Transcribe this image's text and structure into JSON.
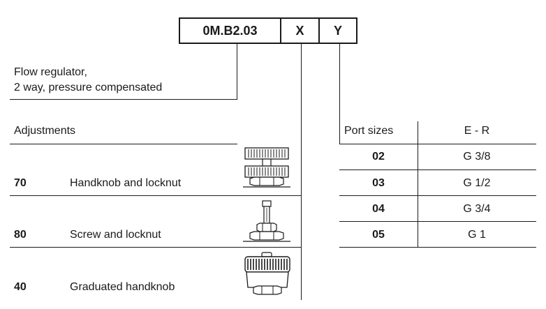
{
  "code": {
    "base": "0M.B2.03",
    "x": "X",
    "y": "Y"
  },
  "description": {
    "line1": "Flow regulator,",
    "line2": "2 way, pressure compensated"
  },
  "adjustments": {
    "header": "Adjustments",
    "rows": [
      {
        "code": "70",
        "label": "Handknob and locknut",
        "icon": "handknob-locknut-icon"
      },
      {
        "code": "80",
        "label": "Screw and locknut",
        "icon": "screw-locknut-icon"
      },
      {
        "code": "40",
        "label": "Graduated handknob",
        "icon": "graduated-handknob-icon"
      }
    ]
  },
  "port_sizes": {
    "header": "Port sizes",
    "column": "E - R",
    "rows": [
      {
        "code": "02",
        "size": "G 3/8"
      },
      {
        "code": "03",
        "size": "G 1/2"
      },
      {
        "code": "04",
        "size": "G 3/4"
      },
      {
        "code": "05",
        "size": "G 1"
      }
    ]
  }
}
